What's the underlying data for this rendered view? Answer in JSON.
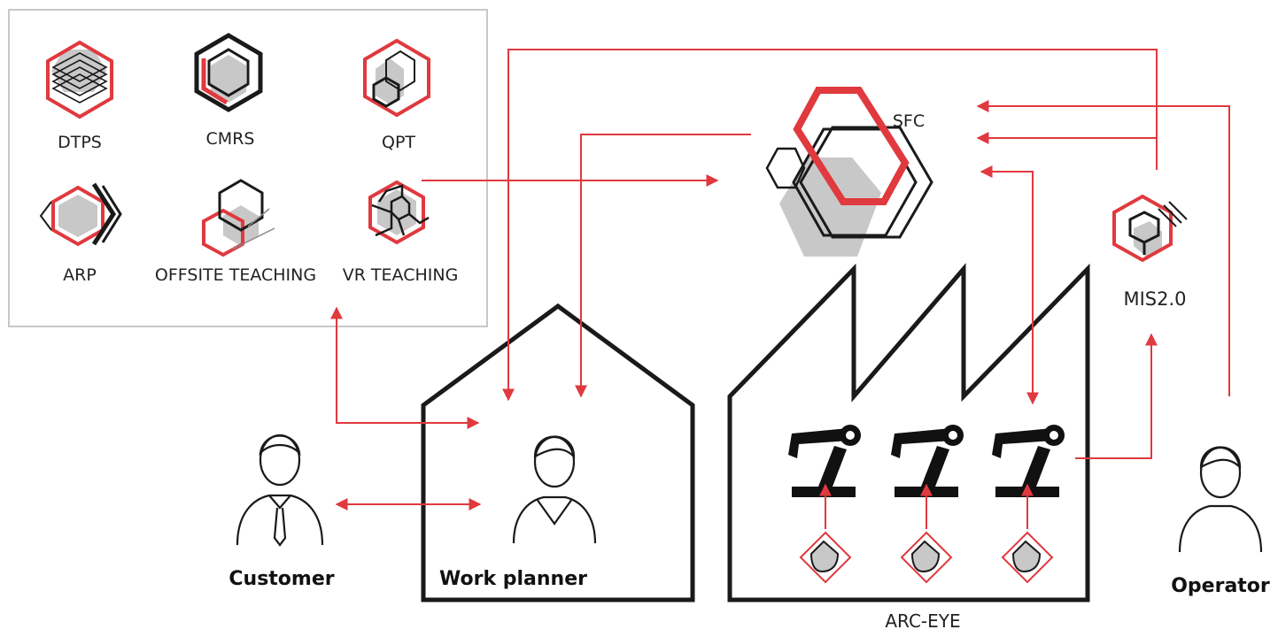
{
  "tools": {
    "dtps": "DTPS",
    "cmrs": "CMRS",
    "qpt": "QPT",
    "arp": "ARP",
    "offsite_teaching": "OFFSITE TEACHING",
    "vr_teaching": "VR TEACHING"
  },
  "systems": {
    "sfc": "SFC",
    "mis": "MIS2.0",
    "arc_eye": "ARC-EYE"
  },
  "people": {
    "customer": "Customer",
    "work_planner": "Work planner",
    "operator": "Operator"
  },
  "colors": {
    "accent_red": "#e0393e",
    "outline_dark": "#1a1a1a",
    "fill_gray": "#c8c8c8",
    "panel_border": "#c8c8c8"
  },
  "icons": [
    "dtps-icon",
    "cmrs-icon",
    "qpt-icon",
    "arp-icon",
    "offsite-teaching-icon",
    "vr-teaching-icon",
    "sfc-icon",
    "mis-icon",
    "robot-arm-icon",
    "sensor-icon",
    "person-icon"
  ]
}
